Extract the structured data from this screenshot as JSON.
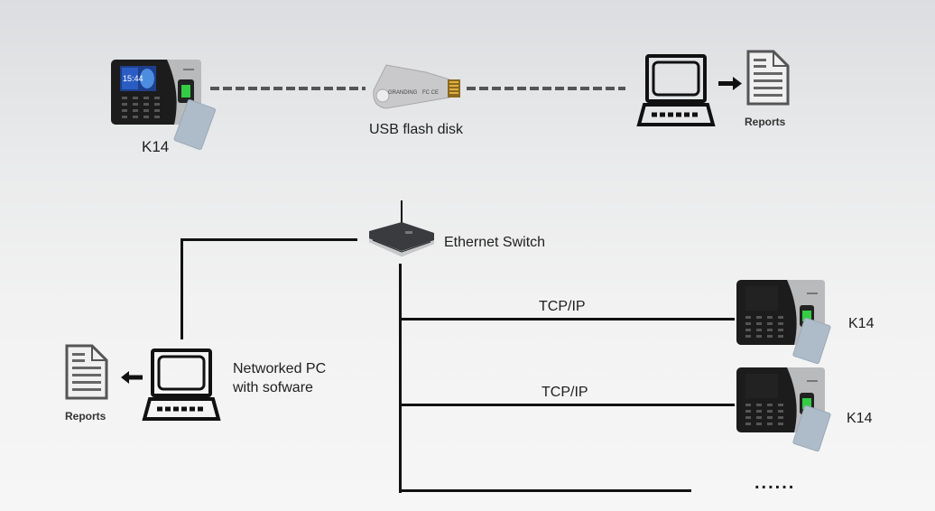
{
  "diagram": {
    "top_row": {
      "device_label": "K14",
      "usb_label": "USB flash disk",
      "usb_brand": "GRANDING",
      "reports_label": "Reports",
      "device_screen_time": "15:44"
    },
    "network": {
      "switch_label": "Ethernet Switch",
      "pc_label_line1": "Networked PC",
      "pc_label_line2": "with  sofware",
      "reports_label": "Reports",
      "links": [
        {
          "protocol": "TCP/IP",
          "device_label": "K14"
        },
        {
          "protocol": "TCP/IP",
          "device_label": "K14"
        }
      ],
      "more_indicator": "......"
    },
    "colors": {
      "line": "#111111",
      "dash": "#555555",
      "device_body": "#1c1c1c",
      "device_panel": "#b9babc",
      "card": "#aebcca",
      "fingerprint_green": "#33cc44"
    }
  }
}
